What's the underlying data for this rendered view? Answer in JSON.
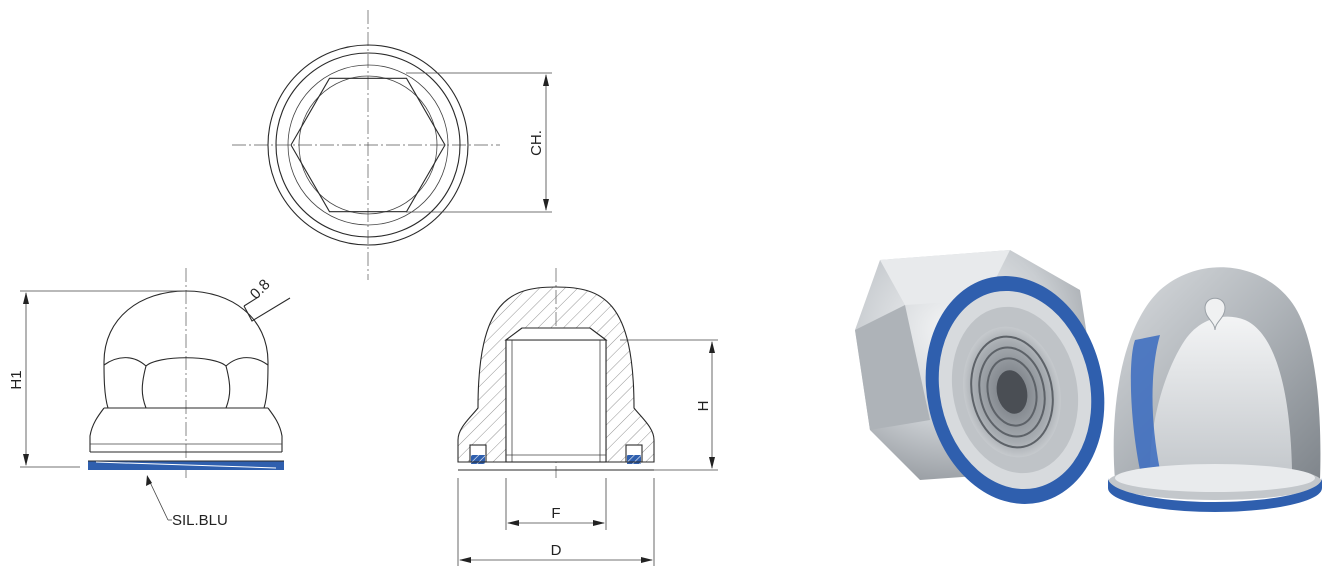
{
  "labels": {
    "wrench_size": "CH.",
    "height_total": "H1",
    "roughness": "0.8",
    "seal": "SIL.BLU",
    "thread_depth": "H",
    "thread_diameter": "F",
    "outer_diameter": "D"
  },
  "colors": {
    "seal_blue": "#2f5fae",
    "line": "#2a2a2a",
    "metal_light": "#e6e8ea",
    "metal_dark": "#8b9096"
  },
  "photo": {
    "subject": "two stainless steel acorn cap nuts with blue silicone seal rings"
  }
}
